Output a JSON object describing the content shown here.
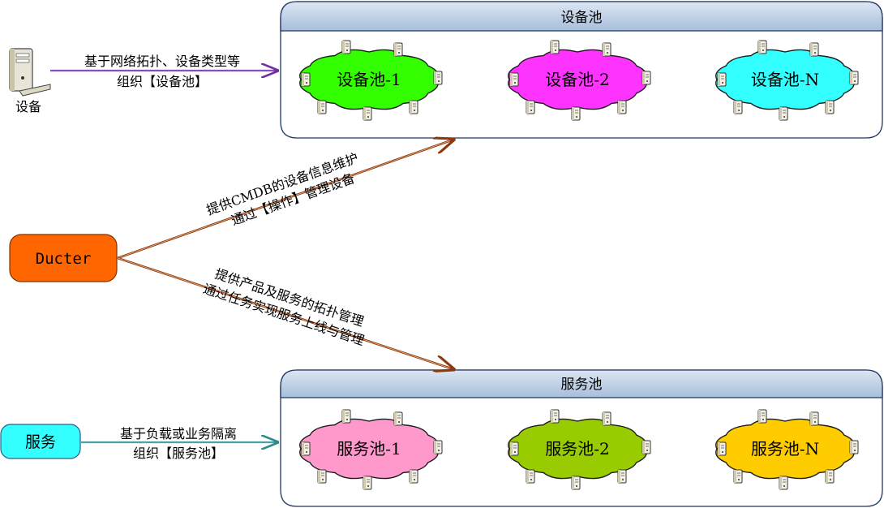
{
  "device_pool": {
    "title": "设备池",
    "clouds": [
      {
        "label": "设备池-1",
        "color": "#33ff00"
      },
      {
        "label": "设备池-2",
        "color": "#ff33ff"
      },
      {
        "label": "设备池-N",
        "color": "#33ffff"
      }
    ]
  },
  "service_pool": {
    "title": "服务池",
    "clouds": [
      {
        "label": "服务池-1",
        "color": "#ff99cc"
      },
      {
        "label": "服务池-2",
        "color": "#99cc00"
      },
      {
        "label": "服务池-N",
        "color": "#ffcc00"
      }
    ]
  },
  "device": {
    "label": "设备",
    "arrow_line1": "基于网络拓扑、设备类型等",
    "arrow_line2": "组织【设备池】"
  },
  "service": {
    "label": "服务",
    "color": "#33ffff",
    "arrow_line1": "基于负载或业务隔离",
    "arrow_line2": "组织【服务池】"
  },
  "ducter": {
    "label": "Ducter",
    "color": "#ff6600",
    "upper_line1": "提供CMDB的设备信息维护",
    "upper_line2": "通过【操作】管理设备",
    "lower_line1": "提供产品及服务的拓扑管理",
    "lower_line2": "通过任务实现服务上线与管理"
  },
  "colors": {
    "pool_header": "#b8cce4",
    "pool_border": "#1f3864",
    "arrow_brown": "#8b3a0f",
    "arrow_purple": "#7030a0",
    "arrow_teal": "#2e8b8b"
  }
}
